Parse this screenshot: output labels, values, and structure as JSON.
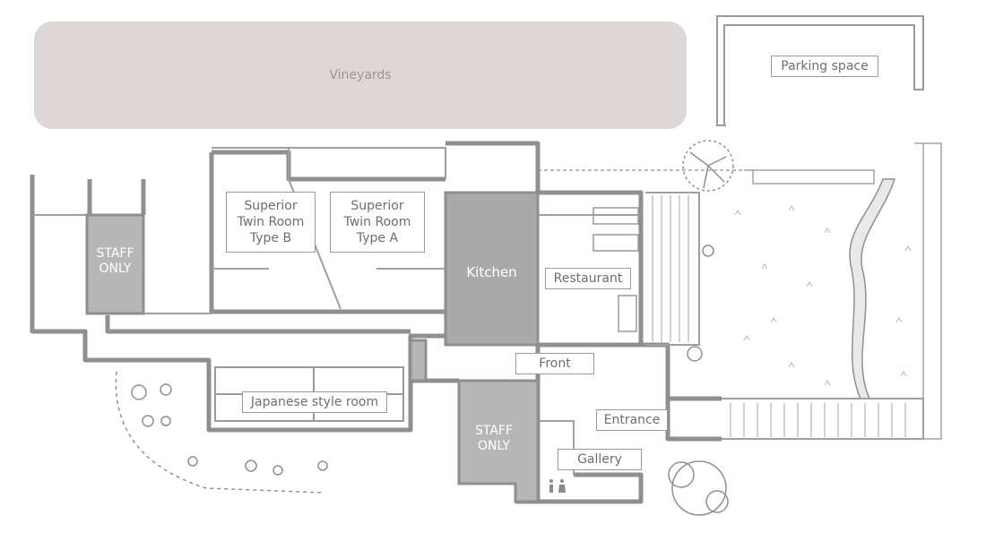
{
  "map": {
    "vineyards": "Vineyards",
    "parking": "Parking space",
    "superior_b": "Superior\nTwin Room\nType B",
    "superior_a": "Superior\nTwin Room\nType A",
    "staff_only_left": "STAFF\nONLY",
    "kitchen": "Kitchen",
    "restaurant": "Restaurant",
    "front": "Front",
    "japanese_room": "Japanese style room",
    "staff_only_center": "STAFF\nONLY",
    "entrance": "Entrance",
    "gallery": "Gallery"
  },
  "colors": {
    "wall": "#8f8f8f",
    "staff_fill": "#b6b6b6",
    "kitchen_fill": "#a9a9a9",
    "vineyard_fill": "#ddd8d7",
    "label_text": "#6e6e6e"
  },
  "icons": [
    "restroom-icon",
    "tree-icon",
    "shrub-icon",
    "path-icon"
  ]
}
